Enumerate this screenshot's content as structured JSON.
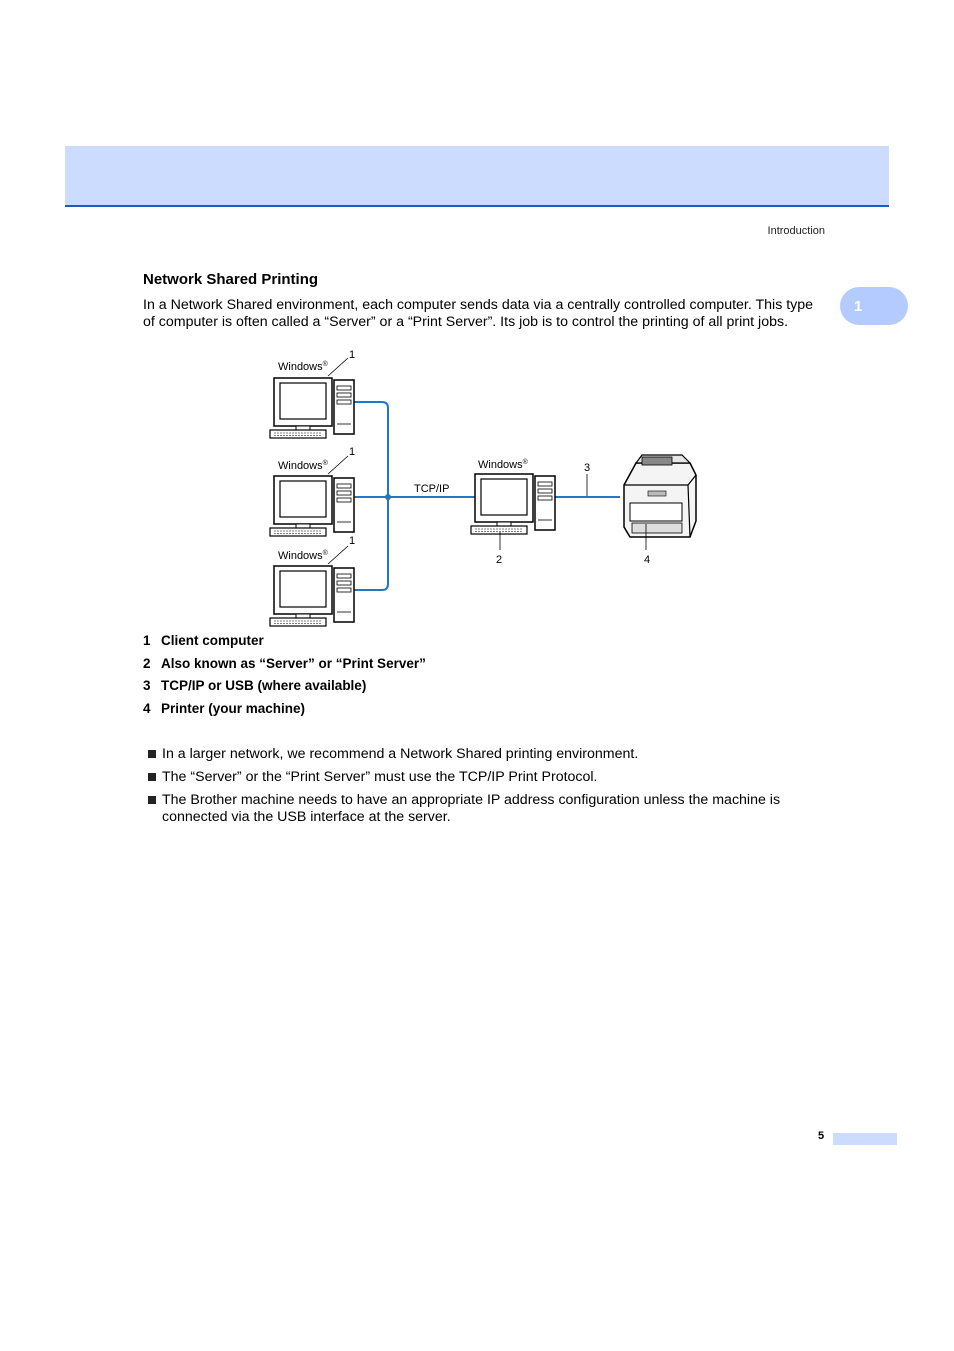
{
  "header": {
    "section_label": "Introduction",
    "chapter_number": "1"
  },
  "section": {
    "title": "Network Shared Printing",
    "intro": "In a Network Shared environment, each computer sends data via a centrally controlled computer. This type of computer is often called a “Server” or a “Print Server”. Its job is to control the printing of all print jobs."
  },
  "diagram": {
    "client_label": "Windows",
    "server_label": "Windows",
    "registered_mark": "®",
    "network_label": "TCP/IP",
    "callouts": {
      "client": "1",
      "server": "2",
      "connection": "3",
      "printer": "4"
    },
    "line_color": "#1f78c8"
  },
  "legend": [
    {
      "num": "1",
      "text": "Client computer"
    },
    {
      "num": "2",
      "text": "Also known as “Server” or “Print Server”"
    },
    {
      "num": "3",
      "text": "TCP/IP or USB (where available)"
    },
    {
      "num": "4",
      "text": "Printer (your machine)"
    }
  ],
  "bullets": [
    "In a larger network, we recommend a Network Shared printing environment.",
    "The “Server” or the “Print Server” must use the TCP/IP Print Protocol.",
    "The Brother machine needs to have an appropriate IP address configuration unless the machine is connected via the USB interface at the server."
  ],
  "footer": {
    "page_number": "5"
  }
}
